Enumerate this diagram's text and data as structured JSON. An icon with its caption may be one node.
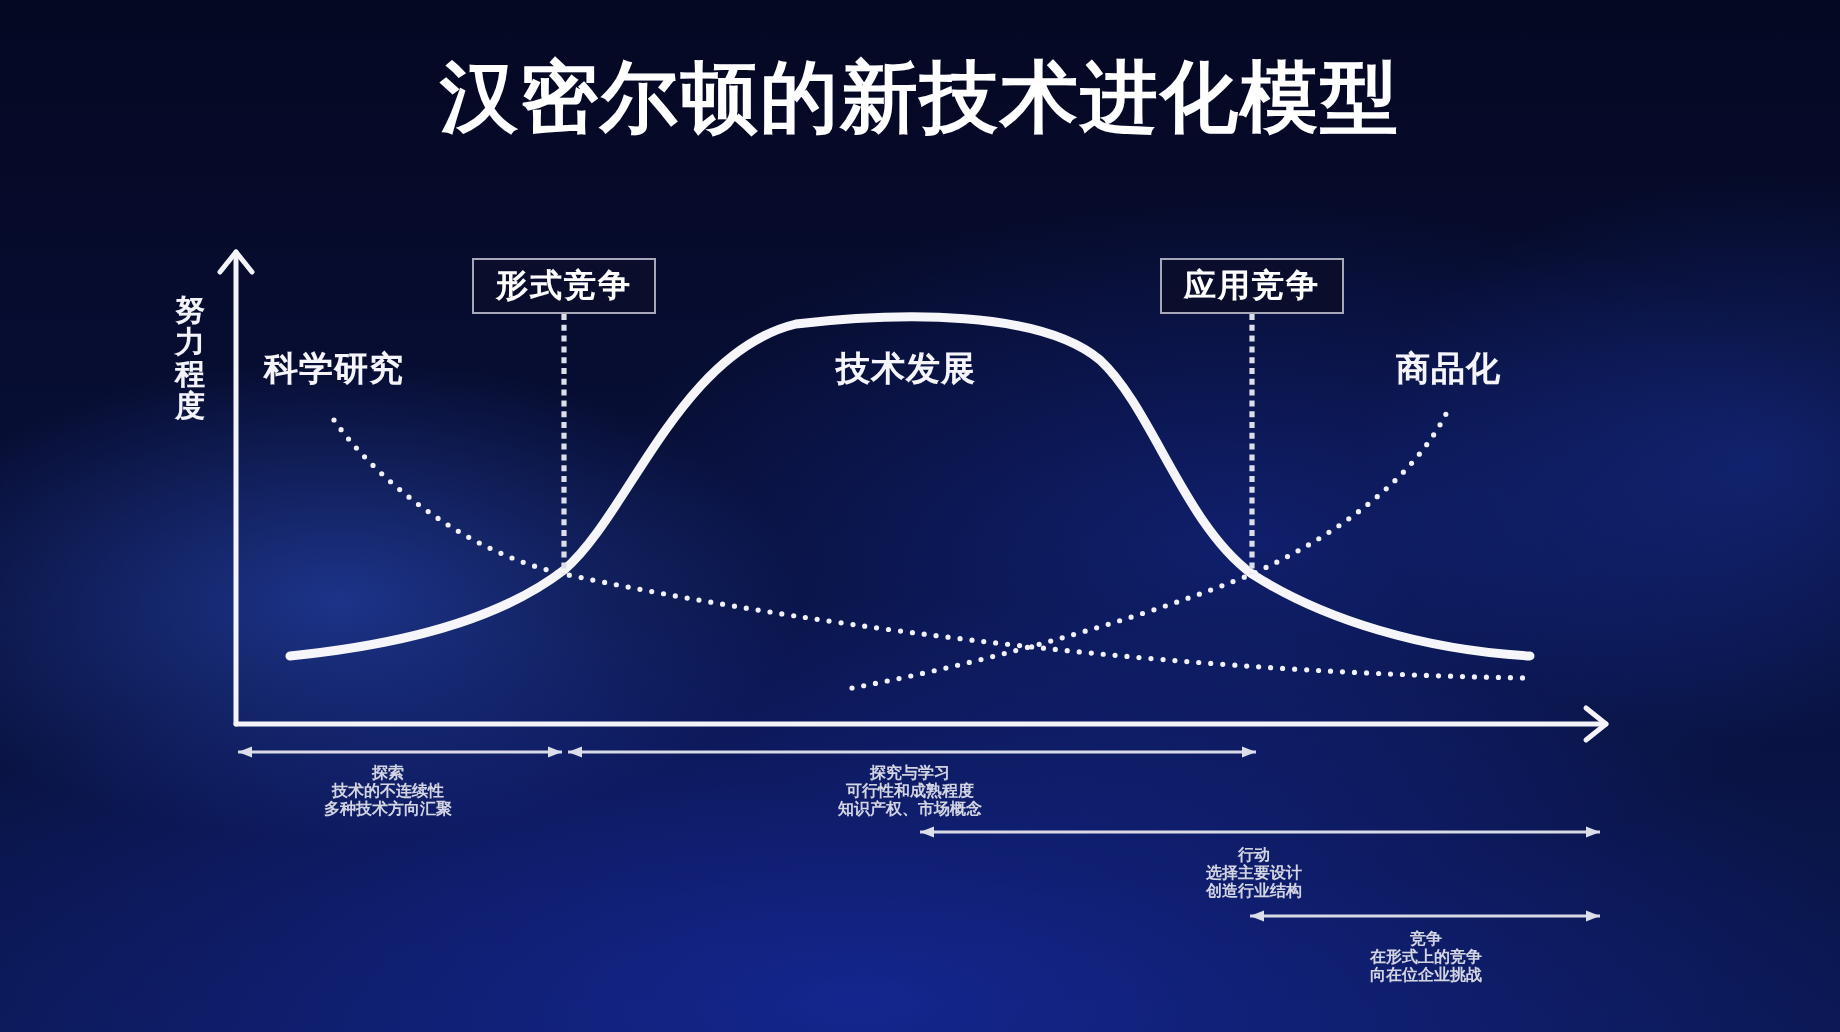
{
  "diagram": {
    "title": "汉密尔顿的新技术进化模型",
    "nodes": [
      {
        "text": [
          "形式竞争"
        ]
      },
      {
        "text": [
          "应用竞争"
        ]
      }
    ],
    "edges": [
      {
        "from": 0,
        "to": null,
        "arrow": "none",
        "style": "dashed"
      },
      {
        "from": 1,
        "to": null,
        "arrow": "none",
        "style": "dashed"
      }
    ],
    "labels": [
      "努力程度",
      "科学研究",
      "技术发展",
      "商品化",
      "探索",
      "技术的不连续性",
      "多种技术方向汇聚",
      "探究与学习",
      "可行性和成熟程度",
      "知识产权、市场概念",
      "行动",
      "选择主要设计",
      "创造行业结构",
      "竞争",
      "在形式上的竞争",
      "向在位企业挑战"
    ]
  }
}
